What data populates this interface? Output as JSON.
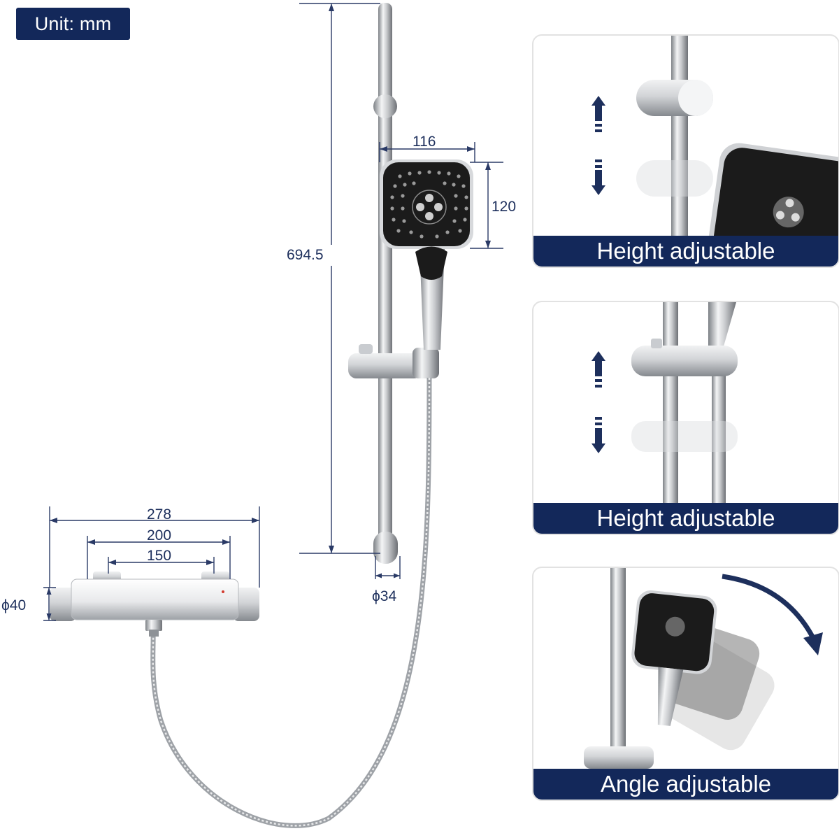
{
  "unit_label": "Unit: mm",
  "dimensions": {
    "shower_head_width": "116",
    "shower_head_height": "120",
    "rail_length": "694.5",
    "rail_diameter": "ϕ34",
    "valve_length": "278",
    "outlet_spacing_outer": "200",
    "outlet_spacing_inner": "150",
    "valve_diameter": "ϕ40"
  },
  "panels": [
    {
      "caption": "Height adjustable",
      "icon": "up-down-arrows-icon"
    },
    {
      "caption": "Height adjustable",
      "icon": "up-down-arrows-icon"
    },
    {
      "caption": "Angle adjustable",
      "icon": "curved-arrow-icon"
    }
  ],
  "colors": {
    "navy": "#13285a",
    "dimension_line": "#2a3a66",
    "chrome": "#b8bcc2",
    "shower_face": "#1b1b1b"
  }
}
